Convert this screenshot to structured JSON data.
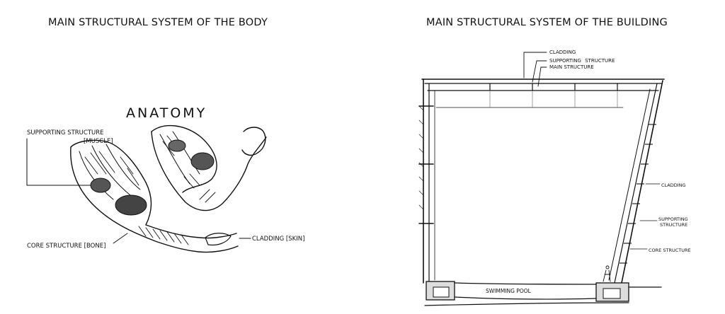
{
  "titles": {
    "left": "MAIN STRUCTURAL SYSTEM OF THE BODY",
    "right": "MAIN STRUCTURAL SYSTEM OF THE BUILDING"
  },
  "body_diagram": {
    "heading": "ANATOMY",
    "label_muscle_line1": "SUPPORTING STRUCTURE",
    "label_muscle_line2": "[MUSCLE]",
    "label_bone": "CORE STRUCTURE [BONE]",
    "label_skin": "CLADDING [SKIN]"
  },
  "building_diagram": {
    "roof_label_cladding": "CLADDING",
    "roof_label_supporting_line1": "SUPPORTING",
    "roof_label_supporting_line2": "STRUCTURE",
    "roof_label_main": "MAIN STRUCTURE",
    "wall_label_cladding": "CLADDING",
    "wall_label_supporting_line1": "SUPPORTING",
    "wall_label_supporting_line2": "STRUCTURE",
    "wall_label_core": "CORE STRUCTURE",
    "pool_label": "SWIMMING POOL"
  }
}
